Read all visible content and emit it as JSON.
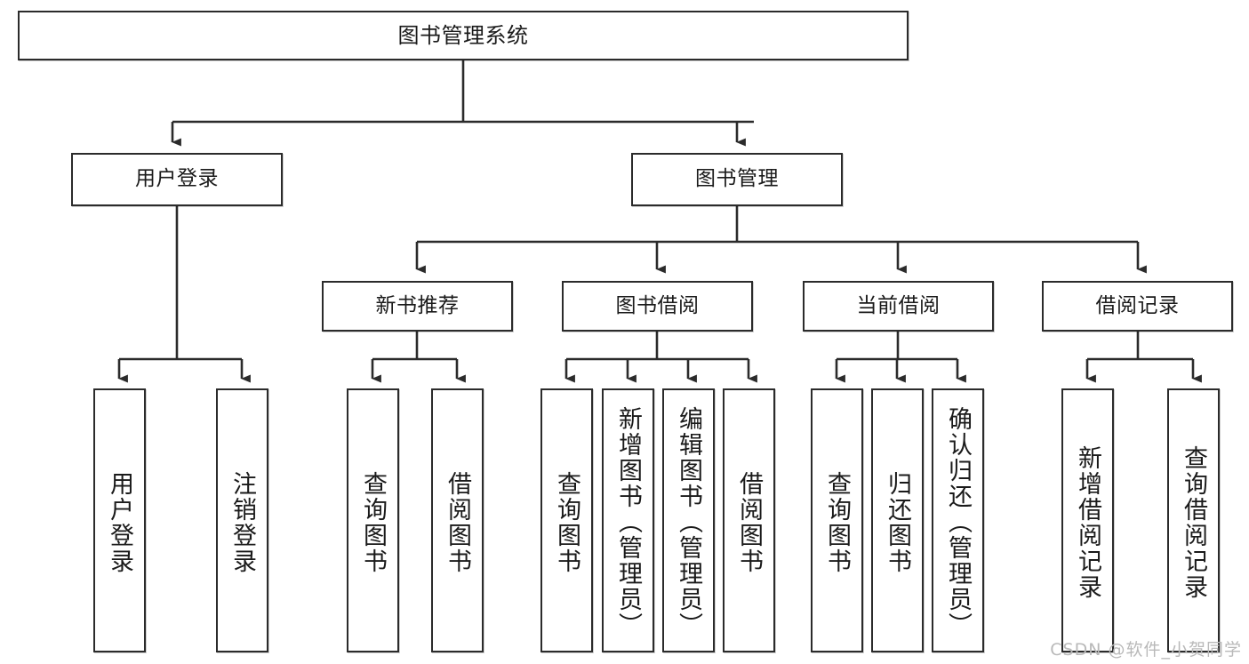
{
  "diagram": {
    "type": "tree-hierarchy-chart",
    "title_node": {
      "id": "root",
      "label": "图书管理系统"
    },
    "level2": [
      {
        "id": "user-login",
        "label": "用户登录"
      },
      {
        "id": "book-manage",
        "label": "图书管理"
      }
    ],
    "level3": [
      {
        "id": "new-book-recommend",
        "label": "新书推荐",
        "parent": "book-manage"
      },
      {
        "id": "book-borrow",
        "label": "图书借阅",
        "parent": "book-manage"
      },
      {
        "id": "current-borrow",
        "label": "当前借阅",
        "parent": "book-manage"
      },
      {
        "id": "borrow-record",
        "label": "借阅记录",
        "parent": "book-manage"
      }
    ],
    "leaves": [
      {
        "id": "leaf-user-login",
        "label": "用户登录",
        "parent": "user-login"
      },
      {
        "id": "leaf-logout",
        "label": "注销登录",
        "parent": "user-login"
      },
      {
        "id": "leaf-query-book-1",
        "label": "查询图书",
        "parent": "new-book-recommend"
      },
      {
        "id": "leaf-borrow-book-1",
        "label": "借阅图书",
        "parent": "new-book-recommend"
      },
      {
        "id": "leaf-query-book-2",
        "label": "查询图书",
        "parent": "book-borrow"
      },
      {
        "id": "leaf-add-book",
        "label": "新增图书（管理员）",
        "parent": "book-borrow"
      },
      {
        "id": "leaf-edit-book",
        "label": "编辑图书（管理员）",
        "parent": "book-borrow"
      },
      {
        "id": "leaf-borrow-book-2",
        "label": "借阅图书",
        "parent": "book-borrow"
      },
      {
        "id": "leaf-query-book-3",
        "label": "查询图书",
        "parent": "current-borrow"
      },
      {
        "id": "leaf-return-book",
        "label": "归还图书",
        "parent": "current-borrow"
      },
      {
        "id": "leaf-confirm-return",
        "label": "确认归还（管理员）",
        "parent": "current-borrow"
      },
      {
        "id": "leaf-add-record",
        "label": "新增借阅记录",
        "parent": "borrow-record"
      },
      {
        "id": "leaf-query-record",
        "label": "查询借阅记录",
        "parent": "borrow-record"
      }
    ]
  },
  "watermark": {
    "text": "CSDN @软件_小贺同学"
  },
  "colors": {
    "stroke": "#2b2b2b",
    "box_fill": "#ffffff",
    "text": "#1a1a1a",
    "watermark": "#b9b9b9",
    "page_background": "#ffffff"
  }
}
